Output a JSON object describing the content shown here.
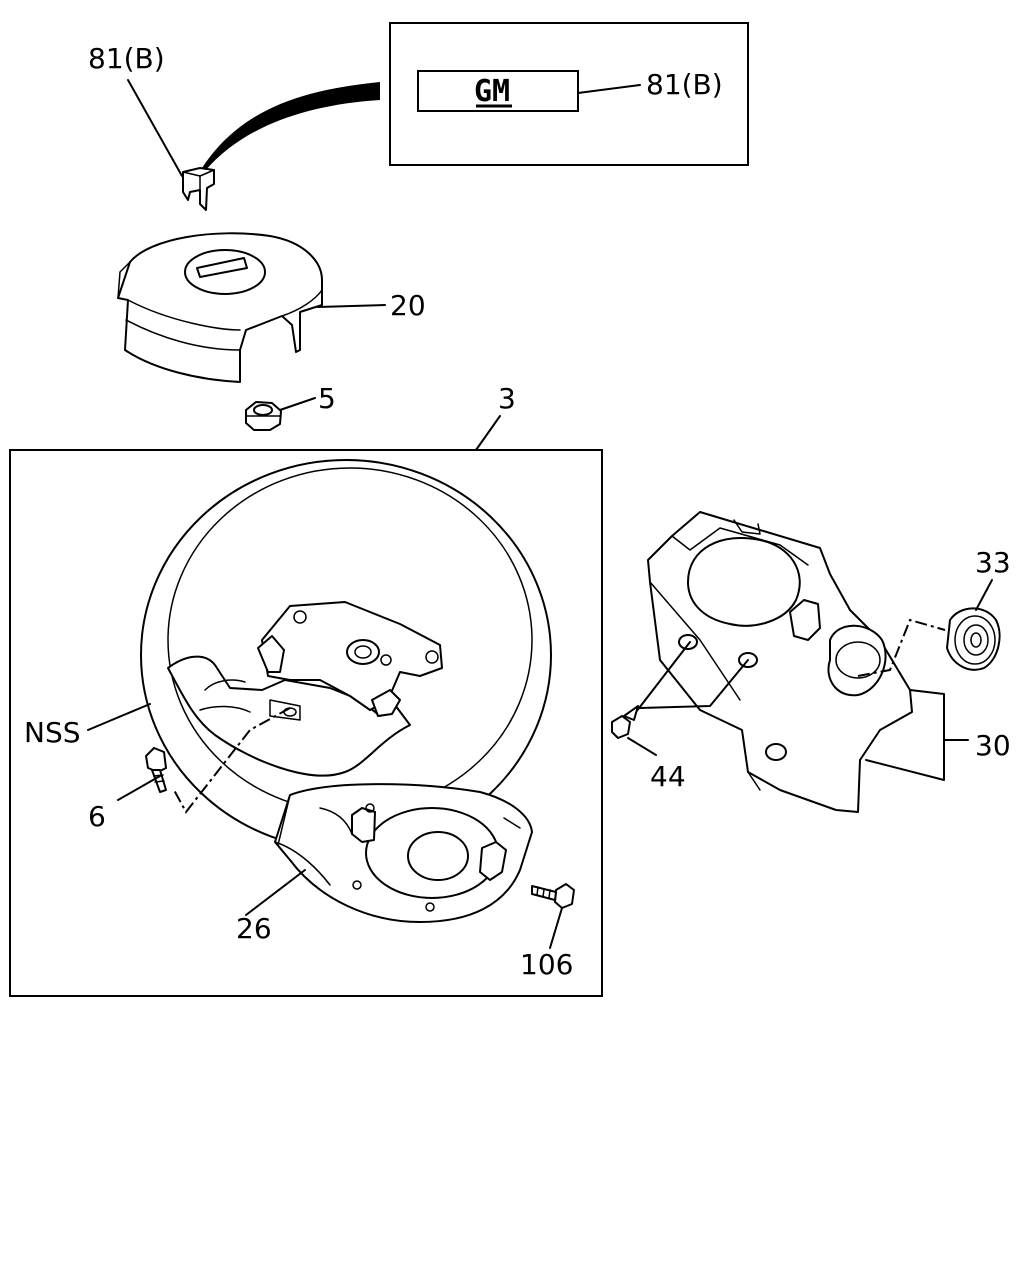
{
  "labels": {
    "label_81b_top": "81(B)",
    "label_81b_inset": "81(B)",
    "emblem_text": "GM",
    "label_20": "20",
    "label_5": "5",
    "label_3": "3",
    "label_nss": "NSS",
    "label_6": "6",
    "label_26": "26",
    "label_106": "106",
    "label_33": "33",
    "label_30": "30",
    "label_44": "44"
  }
}
